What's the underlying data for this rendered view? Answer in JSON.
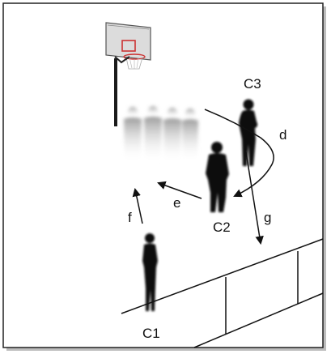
{
  "labels": {
    "c1": "C1",
    "c2": "C2",
    "c3": "C3",
    "arrow_d": "d",
    "arrow_e": "e",
    "arrow_f": "f",
    "arrow_g": "g"
  },
  "colors": {
    "frame": "#222222",
    "silhouette": "#111111",
    "ghost_group": "#9a9a9a",
    "backboard": "#dcdcdc",
    "hoop_square": "#cc3333",
    "line": "#111111"
  },
  "icons": {
    "hoop": "basketball-hoop-icon",
    "person": "person-silhouette-icon",
    "group": "ghosted-group-icon"
  }
}
